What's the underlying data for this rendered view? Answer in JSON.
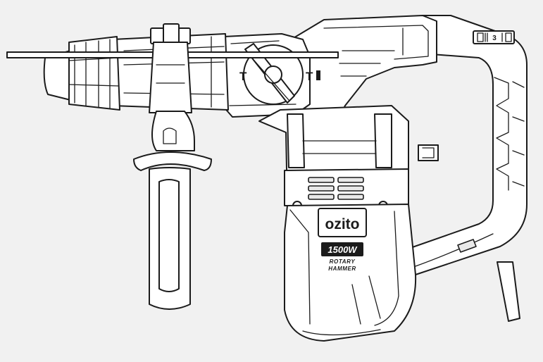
{
  "brand": {
    "logo_text": "ozito"
  },
  "rating_badge": {
    "power": "1500W",
    "line1": "ROTARY",
    "line2": "HAMMER"
  },
  "mode_selector": {
    "left_symbol": "T",
    "right_symbol": "T"
  },
  "speed_dial": {
    "value": "3"
  }
}
